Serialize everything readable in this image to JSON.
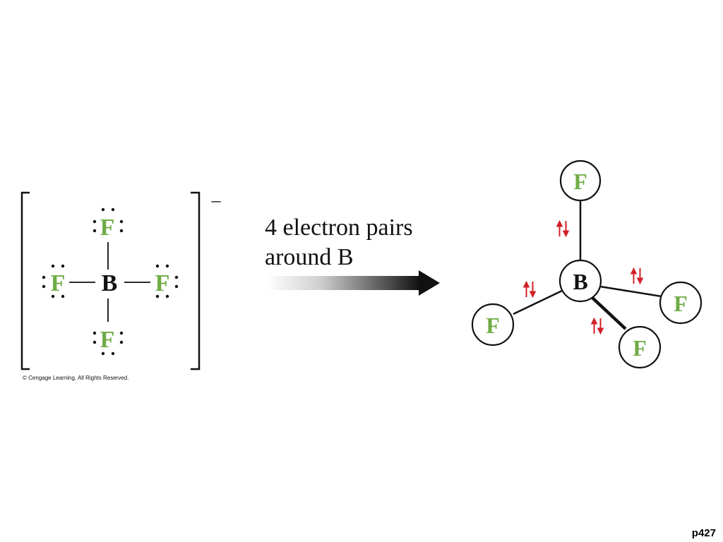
{
  "colors": {
    "fluorine": "#6fac45",
    "boron": "#111111",
    "spin_arrows": "#d32027",
    "line": "#111111"
  },
  "lewis": {
    "charge": "–",
    "center_atom": "B",
    "ligand_atom": "F",
    "ligands": [
      "top",
      "left",
      "right",
      "bottom"
    ]
  },
  "copyright": "© Cengage Learning. All Rights Reserved.",
  "arrow_label": {
    "line1": "4 electron pairs",
    "line2": "around B"
  },
  "model": {
    "center_atom": "B",
    "ligand_atom": "F",
    "ligands": [
      "top",
      "right",
      "front",
      "left"
    ]
  },
  "page_number": "p427"
}
